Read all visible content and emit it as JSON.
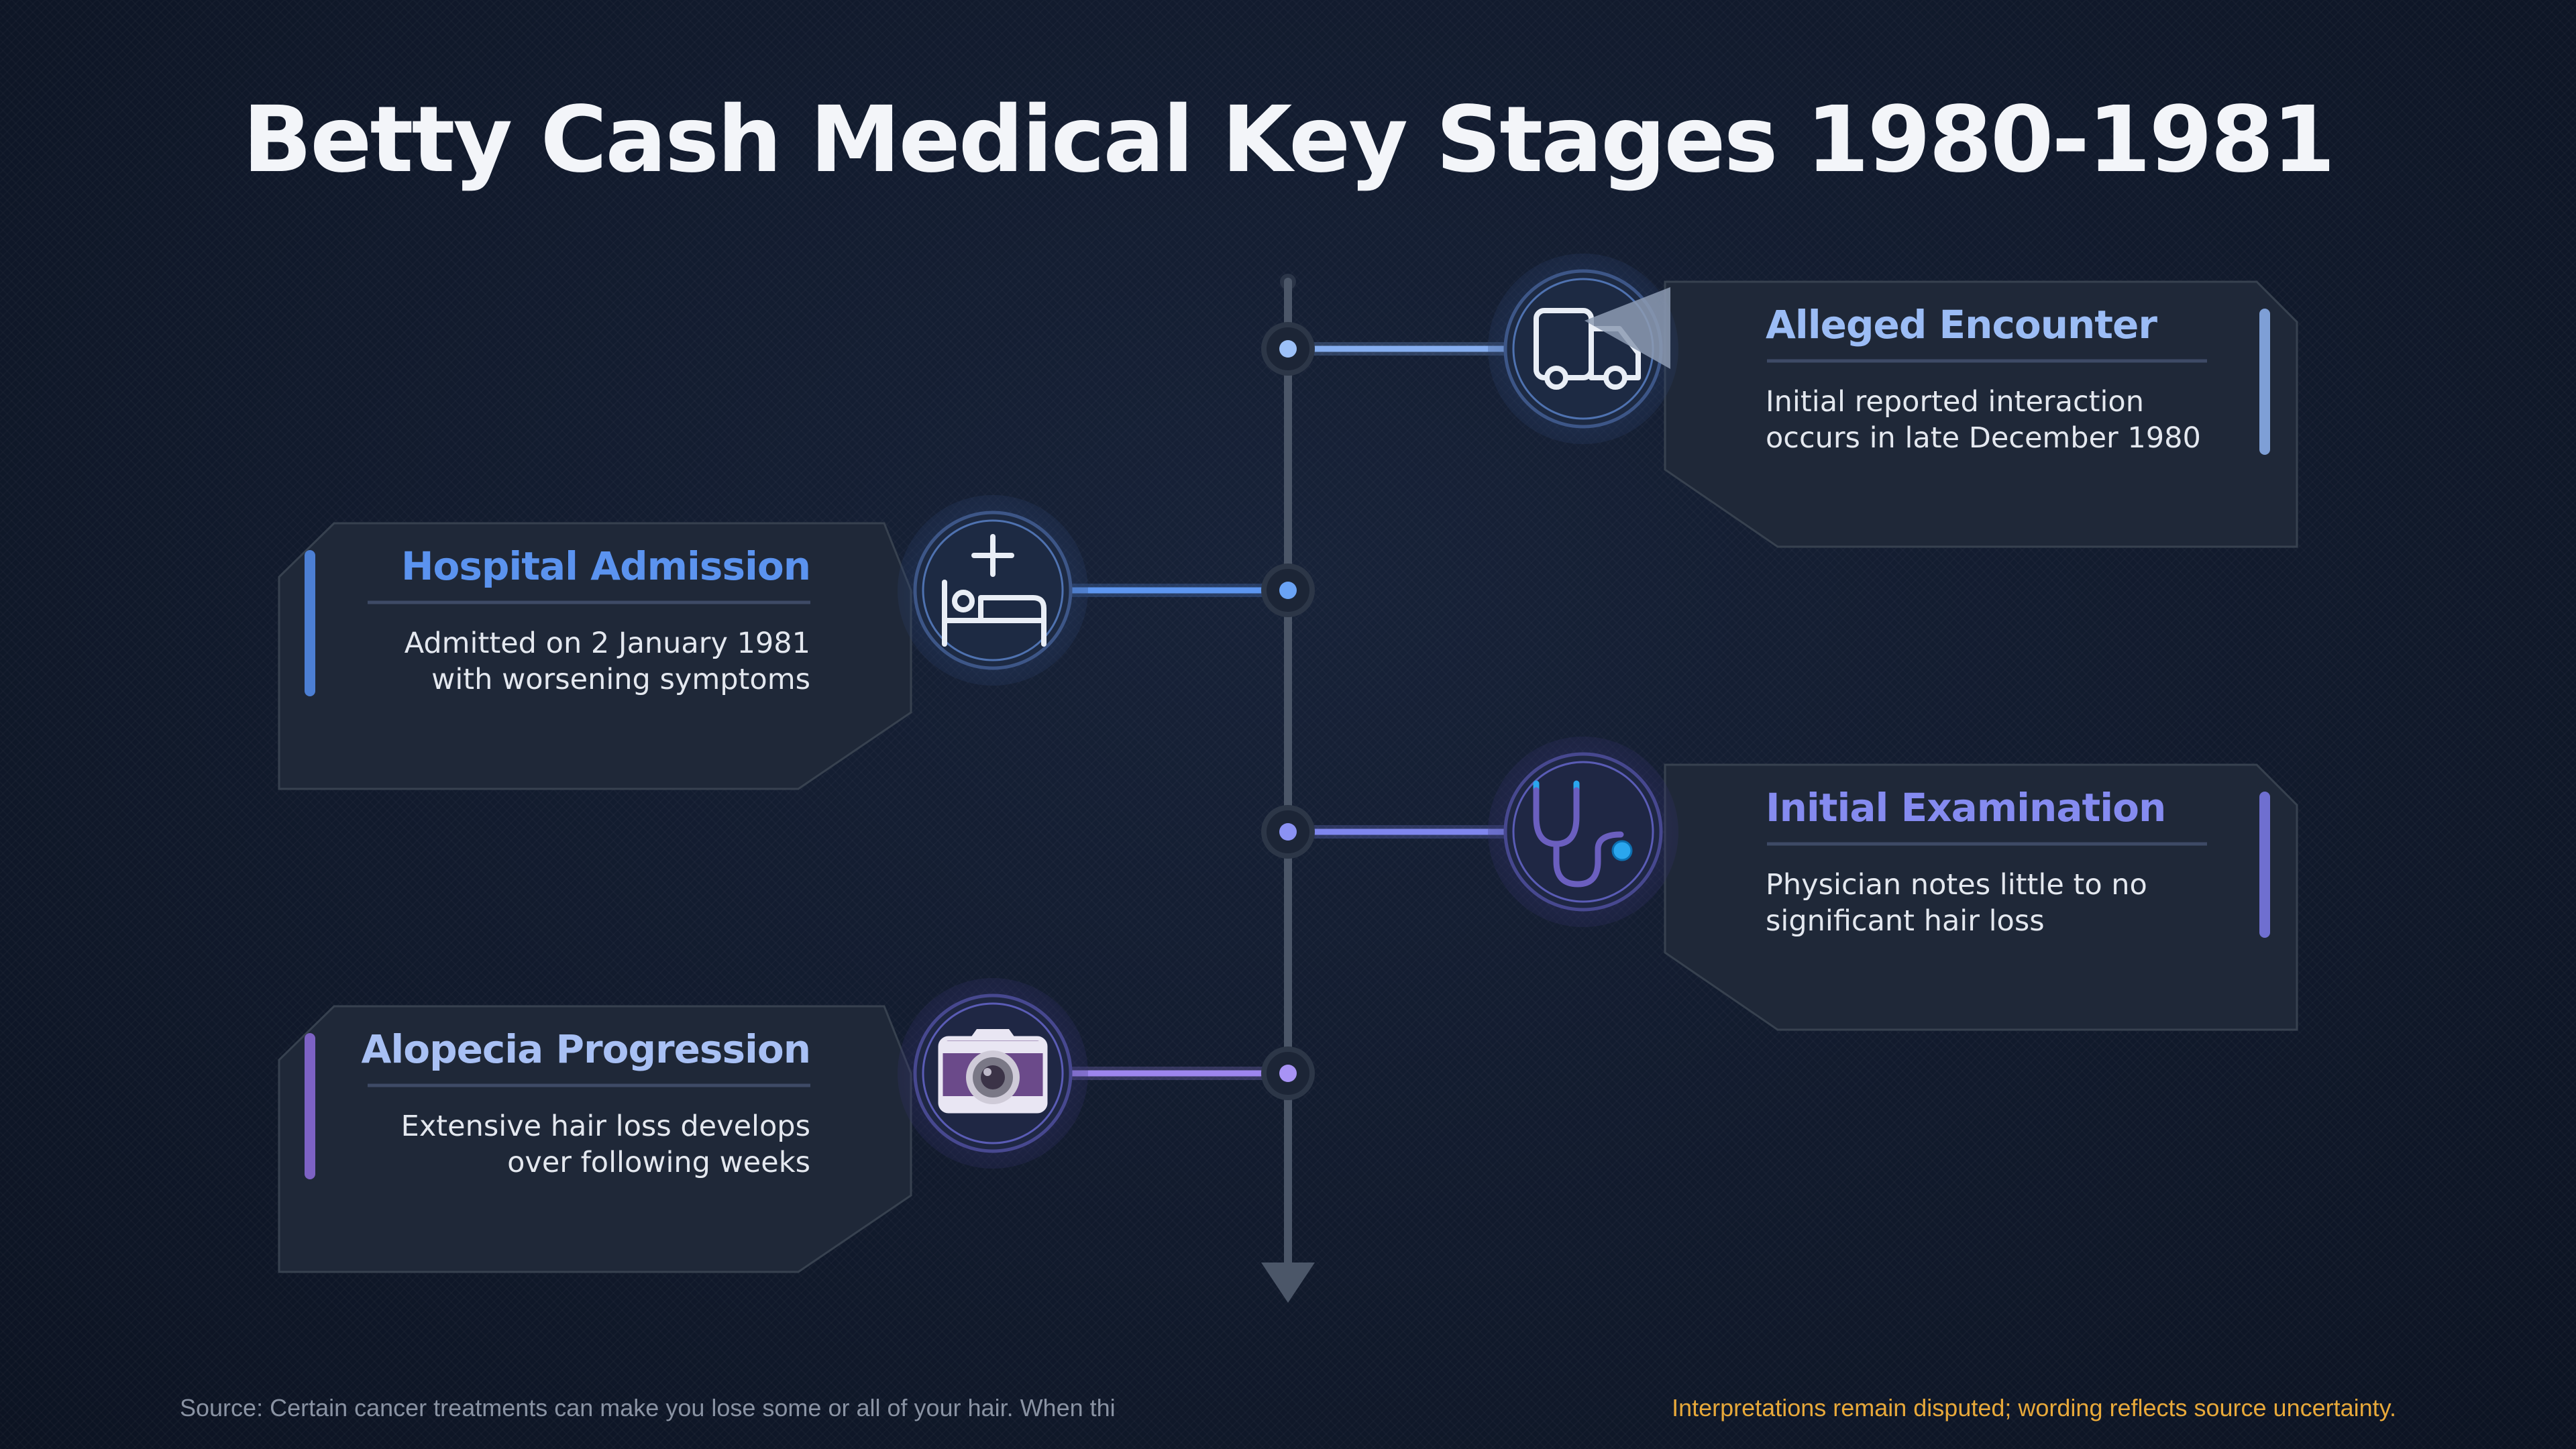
{
  "title": "Betty Cash Medical Key Stages 1980-1981",
  "stages": [
    {
      "title": "Alleged Encounter",
      "line1": "Initial reported interaction",
      "line2": "occurs in late December 1980",
      "icon": "truck-icon",
      "accent": "#8fb4f2"
    },
    {
      "title": "Hospital Admission",
      "line1": "Admitted on 2 January 1981",
      "line2": "with worsening symptoms",
      "icon": "hospital-bed-icon",
      "accent": "#5b93ef"
    },
    {
      "title": "Initial Examination",
      "line1": "Physician notes little to no",
      "line2": "significant hair loss",
      "icon": "stethoscope-icon",
      "accent": "#7d83ec"
    },
    {
      "title": "Alopecia Progression",
      "line1": "Extensive hair loss develops",
      "line2": "over following weeks",
      "icon": "camera-icon",
      "accent": "#9b82ec"
    }
  ],
  "footer": {
    "source": "Source: Certain cancer treatments can make you lose some or all of your hair. When thi",
    "disclaimer": "Interpretations remain disputed; wording reflects source uncertainty."
  }
}
